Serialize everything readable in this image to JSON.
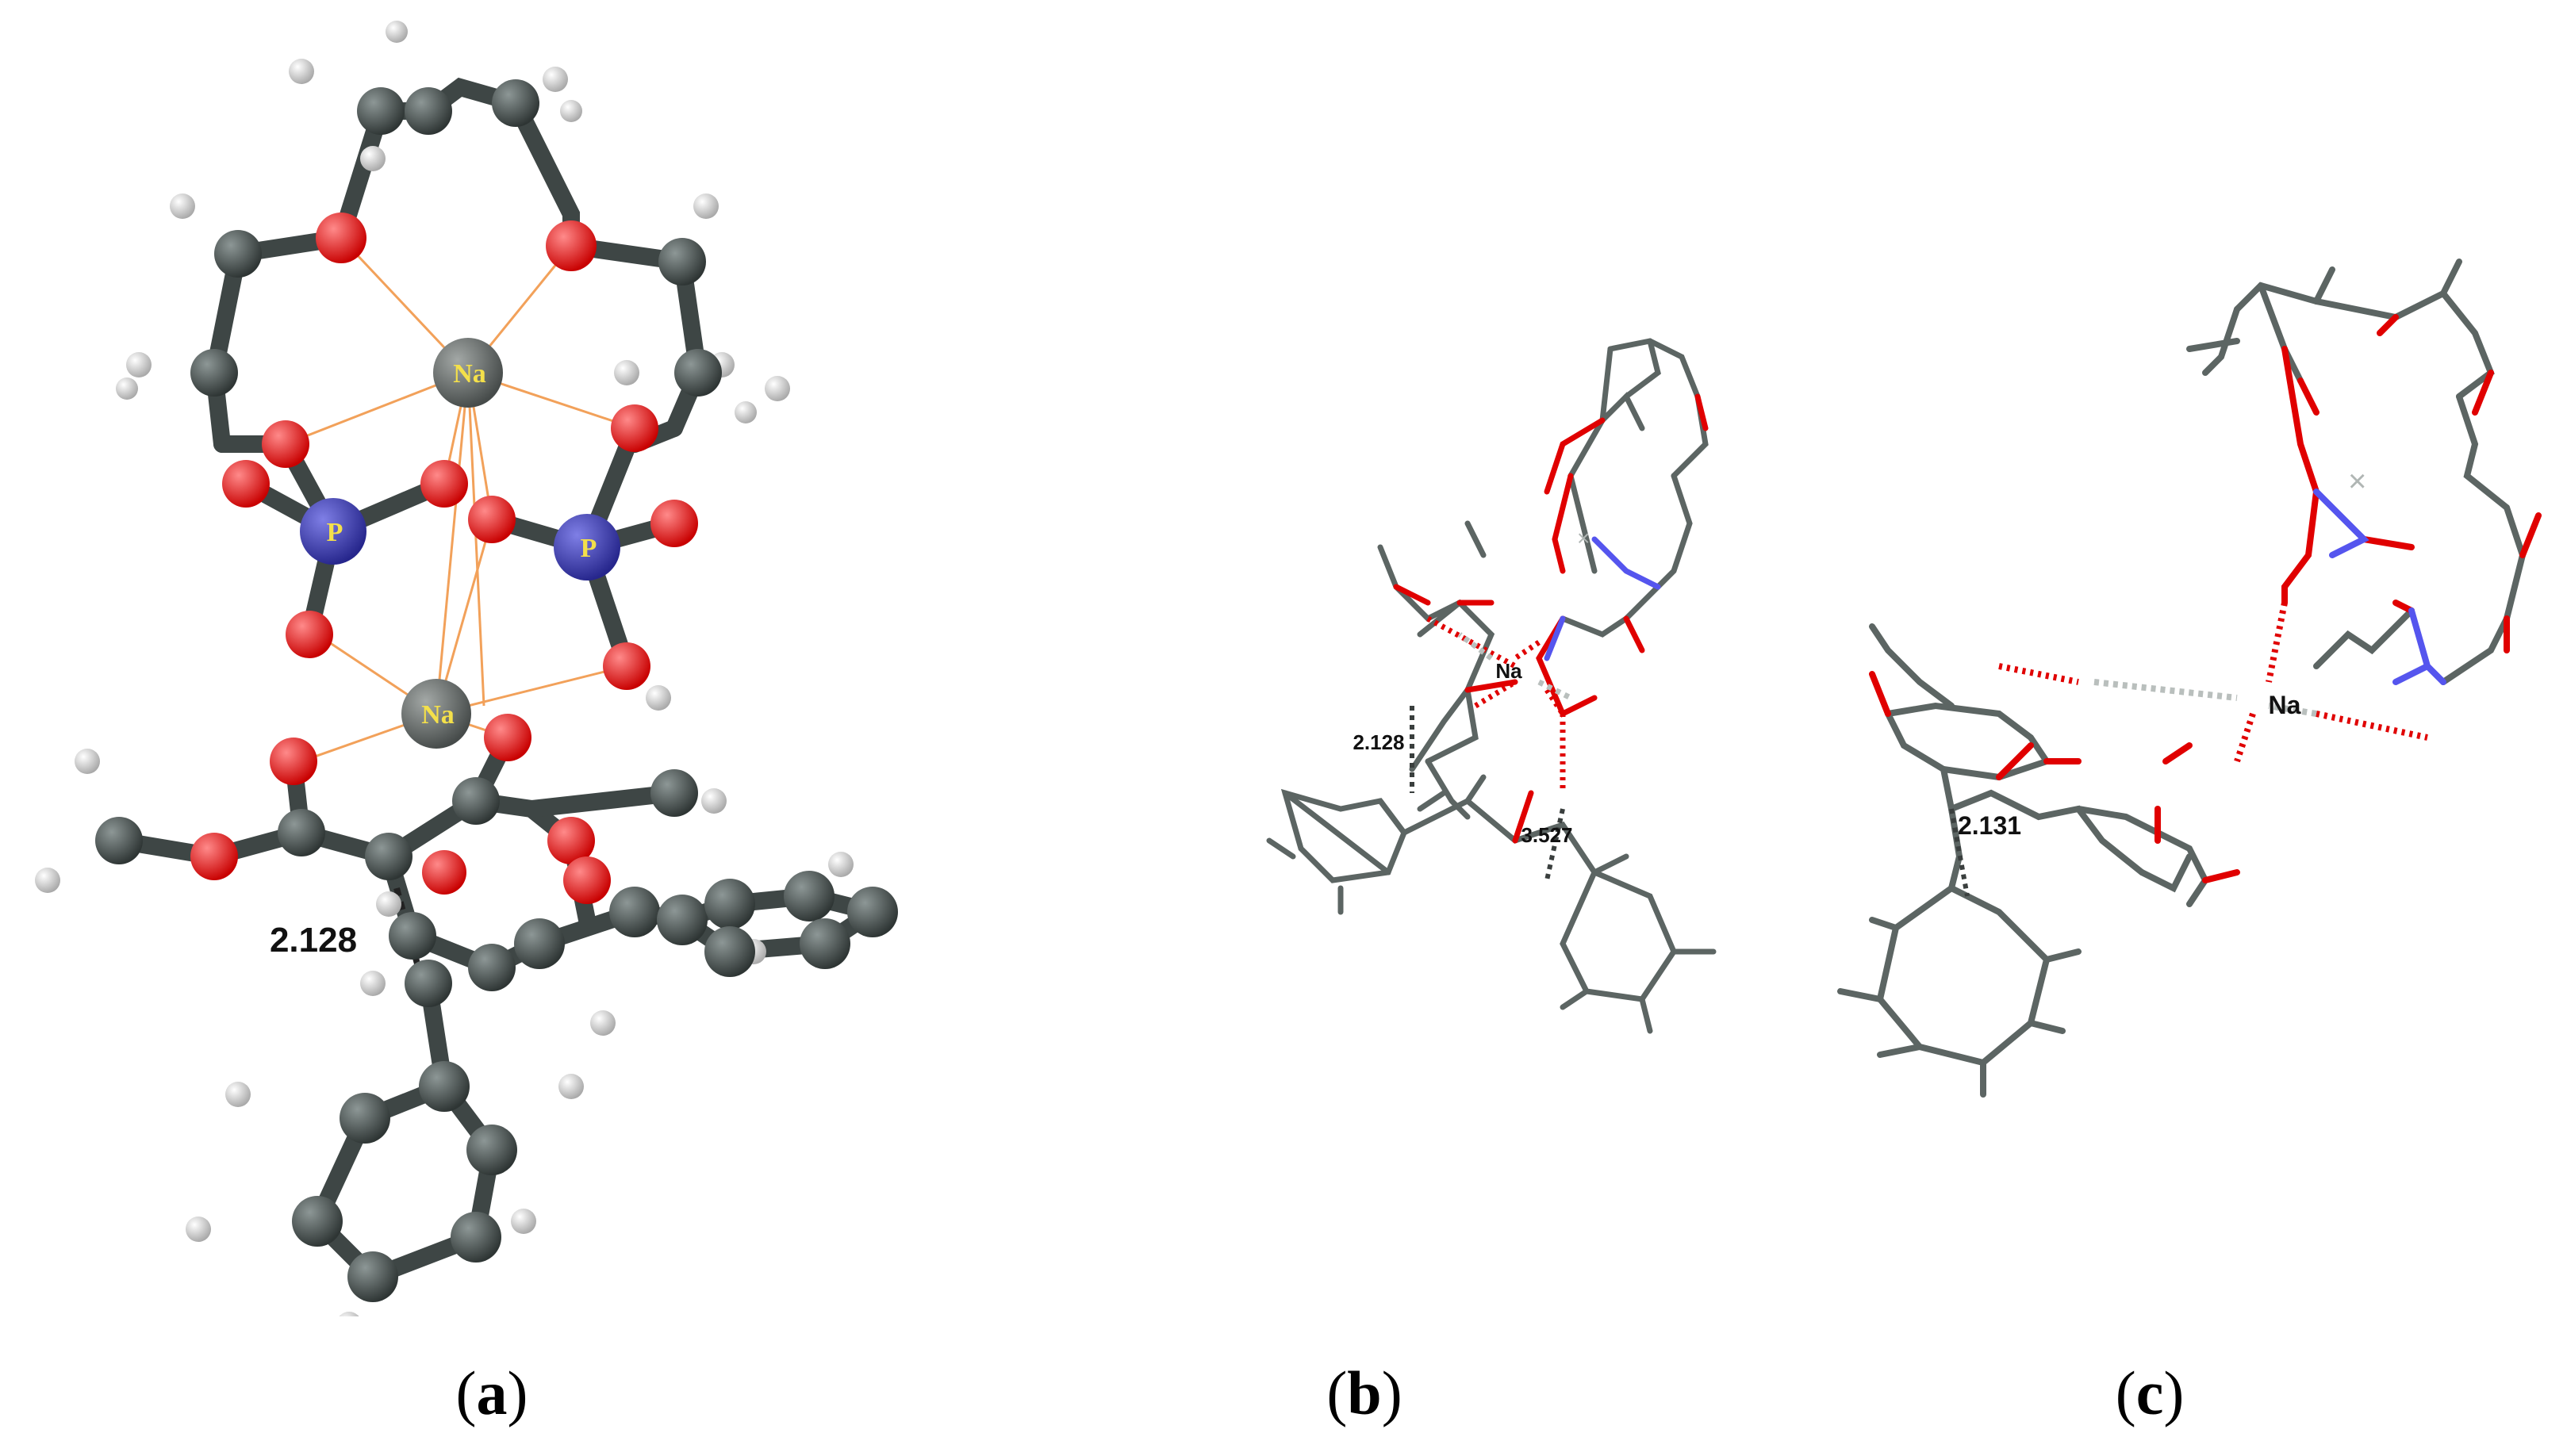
{
  "panels": [
    {
      "id": "a",
      "caption_letter": "a",
      "atom_labels": {
        "na_top": "Na",
        "na_bottom": "Na",
        "p_left": "P",
        "p_right": "P"
      },
      "distance_label": "2.128"
    },
    {
      "id": "b",
      "caption_letter": "b",
      "atom_labels": {
        "na": "Na"
      },
      "distance_labels": [
        "2.128",
        "3.527"
      ]
    },
    {
      "id": "c",
      "caption_letter": "c",
      "atom_labels": {
        "na": "Na"
      },
      "distance_label": "2.131"
    }
  ],
  "colors": {
    "carbon": "#4a5352",
    "oxygen": "#ee0000",
    "phosphorus": "#3c3cb8",
    "hydrogen": "#e6e6e6",
    "sodium": "#6f7472",
    "bond_stick": "#5c6563",
    "coordination": "#f2a15a",
    "nitrogen_stick": "#5555ee"
  }
}
